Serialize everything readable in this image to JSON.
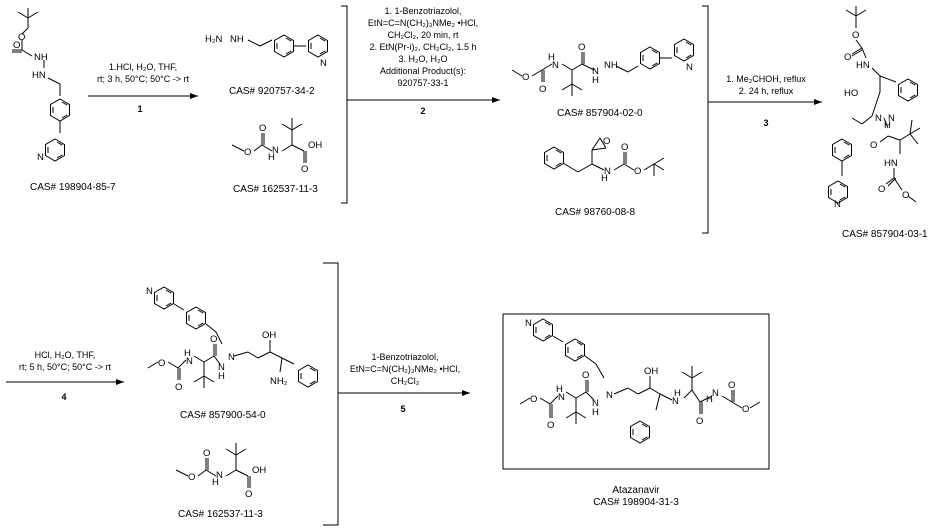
{
  "compounds": {
    "c1": "CAS# 198904-85-7",
    "c2": "CAS# 920757-34-2",
    "c3": "CAS# 162537-11-3",
    "c4": "CAS# 857904-02-0",
    "c5": "CAS#  98760-08-8",
    "c6": "CAS# 857904-03-1",
    "c7": "CAS# 857900-54-0",
    "c8": "CAS# 162537-11-3",
    "product_name": "Atazanavir",
    "product_cas": "CAS# 198904-31-3"
  },
  "steps": {
    "s1": {
      "number": "1",
      "lines": [
        "1.HCl, H₂O, THF,",
        "rt; 3 h, 50°C; 50°C -> rt"
      ]
    },
    "s2": {
      "number": "2",
      "lines": [
        "1. 1-Benzotriazolol,",
        "EtN=C=N(CH₂)₃NMe₂ •HCl,",
        "CH₂Cl₂, 20 min, rt",
        "2. EtN(Pr-i)₂, CH₂Cl₂, 1.5 h",
        "3. H₂O, H₂O",
        "Additional Product(s):",
        "920757-33-1"
      ]
    },
    "s3": {
      "number": "3",
      "lines": [
        "1. Me₂CHOH, reflux",
        "2. 24 h, reflux"
      ]
    },
    "s4": {
      "number": "4",
      "lines": [
        "HCl, H₂O, THF,",
        "rt; 5 h, 50°C; 50°C -> rt"
      ]
    },
    "s5": {
      "number": "5",
      "lines": [
        "1-Benzotriazolol,",
        "EtN=C=N(CH₂)₃NMe₂ •HCl,",
        "CH₂Cl₂"
      ]
    }
  },
  "atoms": {
    "O": "O",
    "N": "N",
    "NH": "NH",
    "HN": "HN",
    "H": "H",
    "OH": "OH",
    "HO": "HO",
    "H2N": "H₂N",
    "NH2": "NH₂",
    "NN": "N",
    "N_N": "N"
  }
}
